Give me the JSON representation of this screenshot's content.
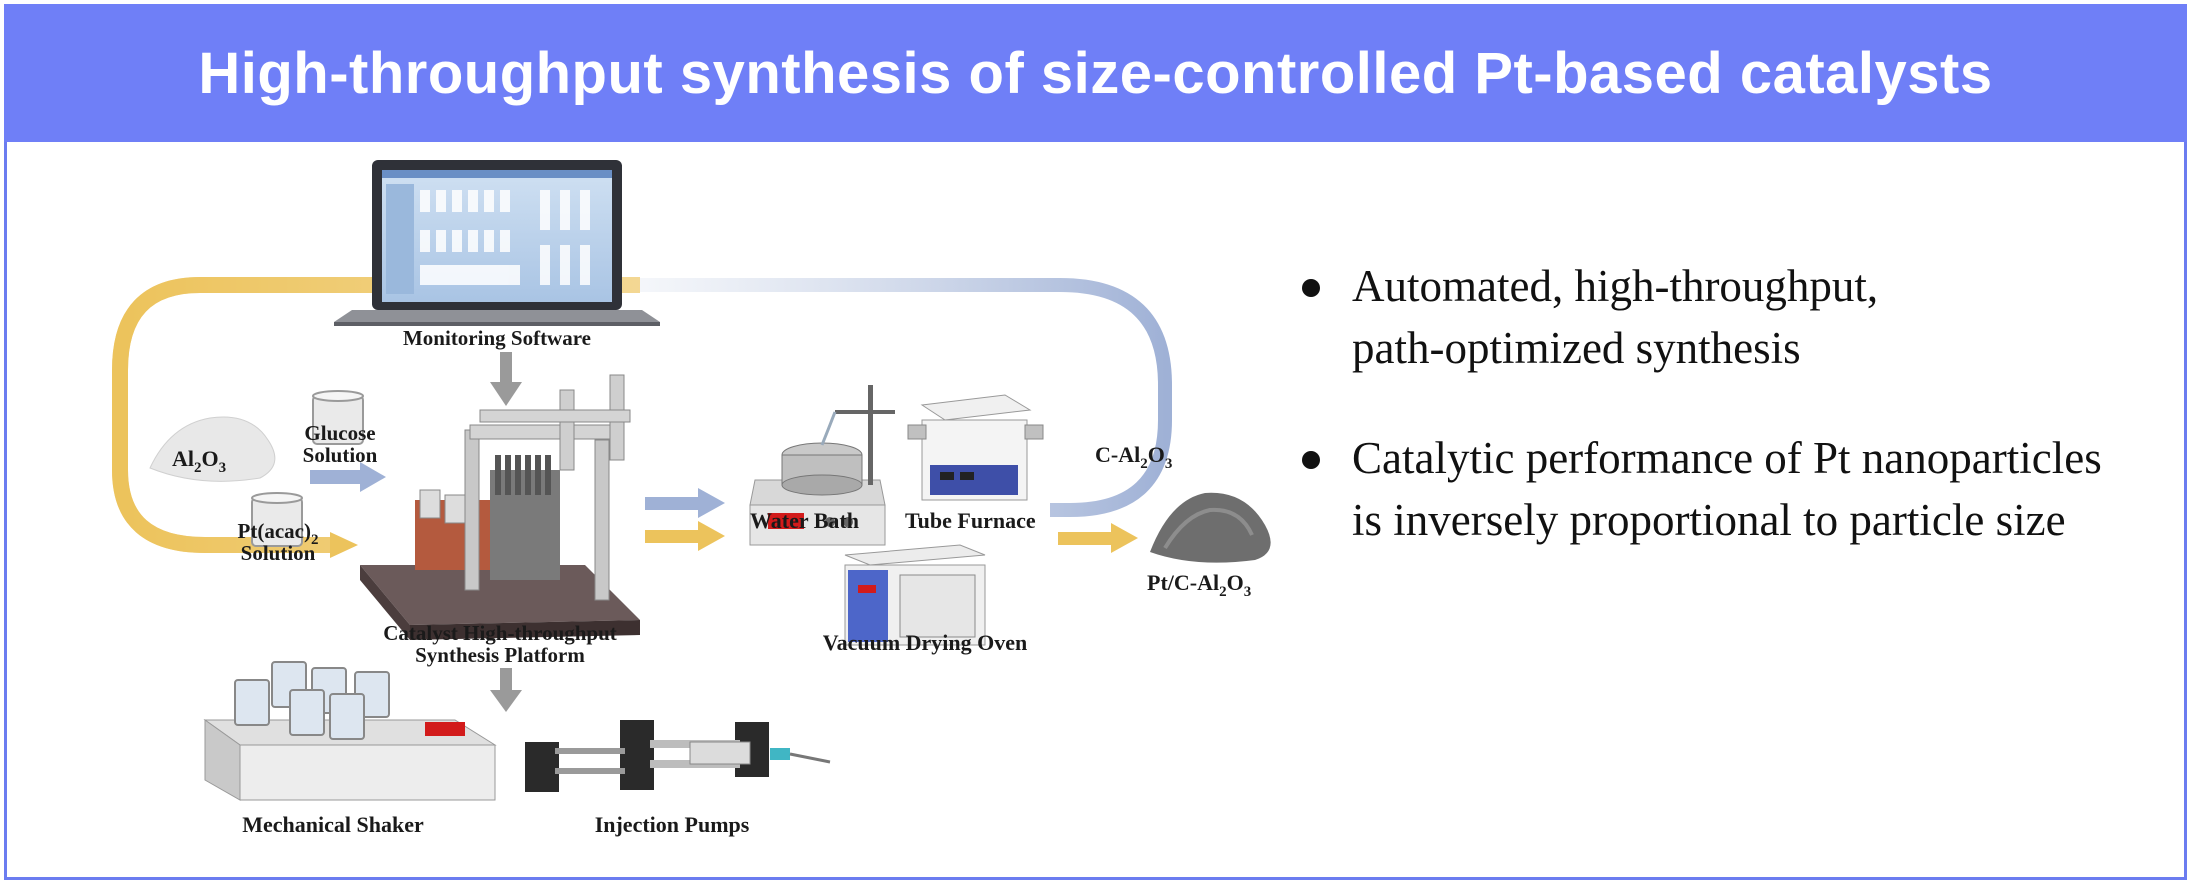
{
  "title": "High-throughput synthesis of size-controlled Pt-based catalysts",
  "labels": {
    "monitoring_software": "Monitoring Software",
    "al2o3_prefix": "Al",
    "al2o3_sub1": "2",
    "al2o3_mid": "O",
    "al2o3_sub2": "3",
    "glucose_line1": "Glucose",
    "glucose_line2": "Solution",
    "ptacac_prefix": "Pt(acac)",
    "ptacac_sub": "2",
    "ptacac_line2": "Solution",
    "platform_line1": "Catalyst High-throughput",
    "platform_line2": "Synthesis Platform",
    "water_bath": "Water Bath",
    "tube_furnace": "Tube Furnace",
    "vacuum_oven": "Vacuum Drying Oven",
    "c_al2o3_prefix": "C-Al",
    "c_al2o3_sub1": "2",
    "c_al2o3_mid": "O",
    "c_al2o3_sub2": "3",
    "pt_c_al2o3_prefix": "Pt/C-Al",
    "pt_c_al2o3_sub1": "2",
    "pt_c_al2o3_mid": "O",
    "pt_c_al2o3_sub2": "3",
    "mechanical_shaker": "Mechanical Shaker",
    "injection_pumps": "Injection Pumps"
  },
  "bullets": [
    {
      "line1": "Automated, high-throughput,",
      "line2": "path-optimized synthesis"
    },
    {
      "line1": "Catalytic performance of Pt nanoparticles",
      "line2": "is inversely proportional to  particle size"
    }
  ],
  "colors": {
    "banner": "#6f7ff7",
    "yellow_arrow": "#ecc35c",
    "blue_arrow": "#9fb1d6",
    "gray_arrow": "#9a9a9a"
  },
  "icons": [
    "laptop-icon",
    "powder-icon",
    "beaker-icon",
    "platform-icon",
    "water-bath-icon",
    "tube-furnace-icon",
    "vacuum-oven-icon",
    "catalyst-powder-icon",
    "shaker-icon",
    "pump-icon"
  ]
}
